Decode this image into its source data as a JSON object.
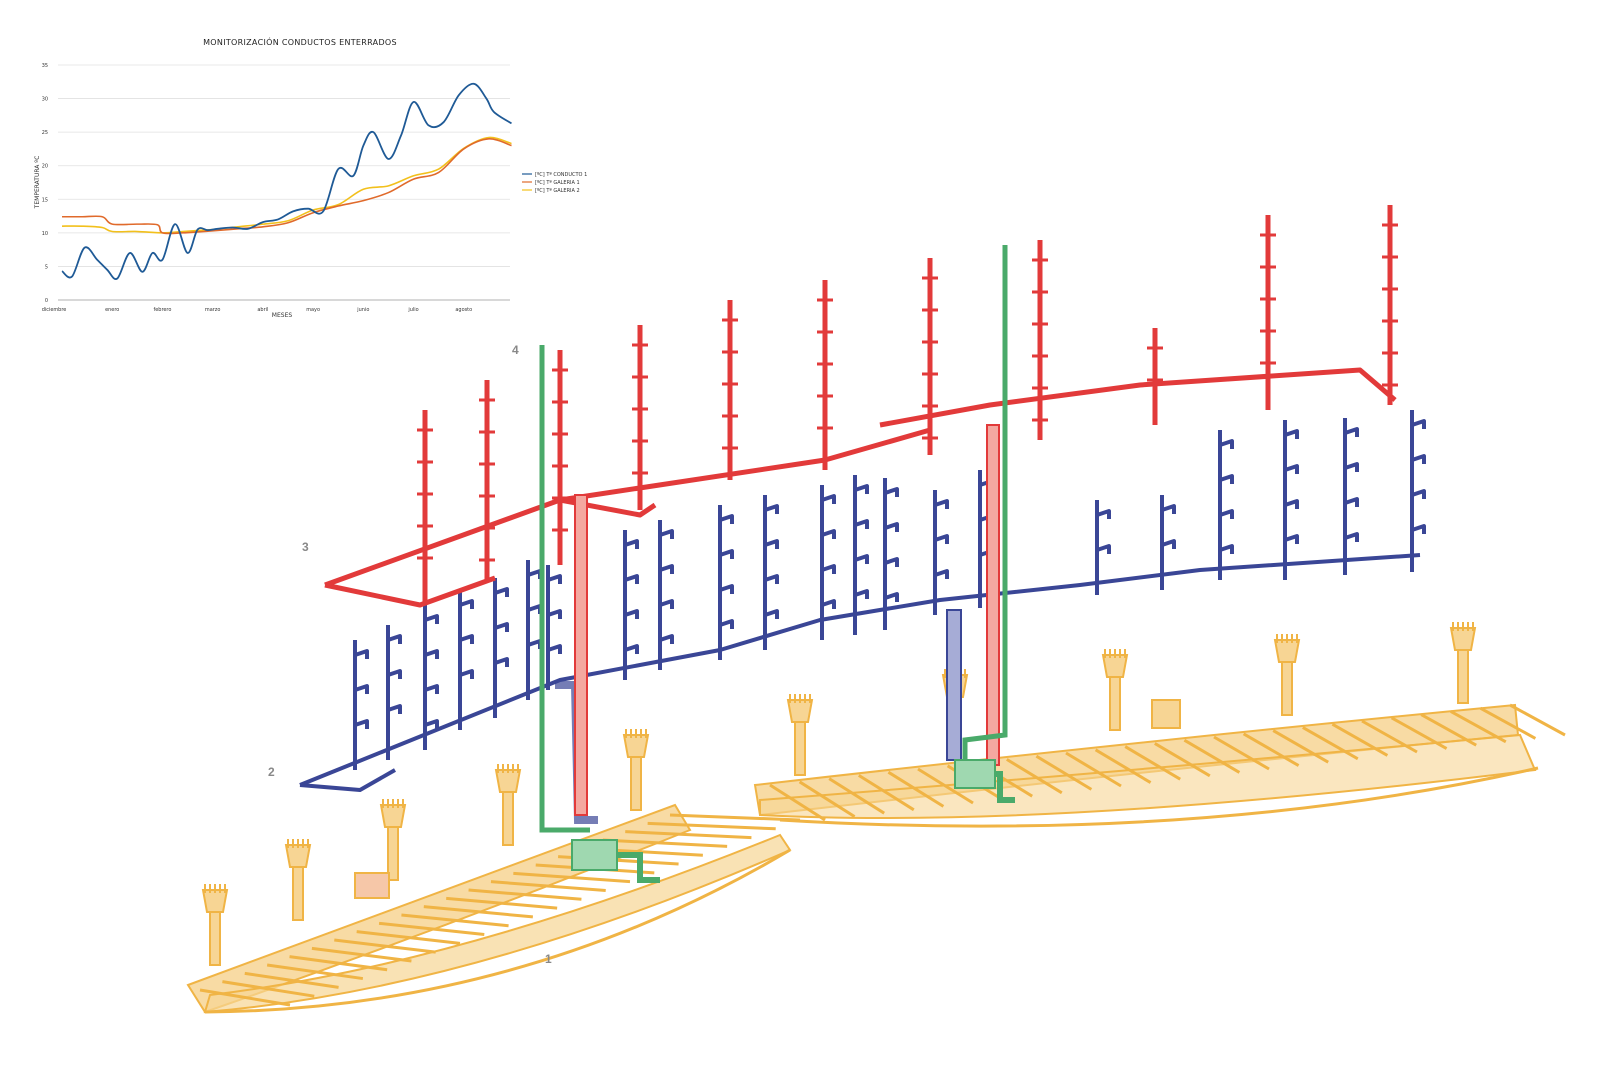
{
  "chart_data": {
    "type": "line",
    "title": "MONITORIZACIÓN CONDUCTOS ENTERRADOS",
    "xlabel": "MESES",
    "ylabel": "TEMPERATURA ºC",
    "ylim": [
      0,
      35
    ],
    "yticks": [
      0,
      5,
      10,
      15,
      20,
      25,
      30,
      35
    ],
    "categories": [
      "diciembre",
      "enero",
      "febrero",
      "marzo",
      "abril",
      "mayo",
      "junio",
      "julio",
      "agosto"
    ],
    "grid": true,
    "legend_position": "right",
    "series": [
      {
        "name": "[ºC] Tª CONDUCTO 1",
        "color": "#1f5a96",
        "x": [
          0,
          0.2,
          0.45,
          0.7,
          0.9,
          1.1,
          1.35,
          1.6,
          1.8,
          2.0,
          2.25,
          2.5,
          2.7,
          2.9,
          3.1,
          3.4,
          3.7,
          4.0,
          4.3,
          4.6,
          4.9,
          5.2,
          5.5,
          5.8,
          6.0,
          6.2,
          6.5,
          6.75,
          7.0,
          7.3,
          7.6,
          7.9,
          8.2,
          8.45,
          8.6,
          8.95
        ],
        "values": [
          4.3,
          3.5,
          7.8,
          6.0,
          4.5,
          3.2,
          7.0,
          4.2,
          7.0,
          6.0,
          11.3,
          7.0,
          10.5,
          10.4,
          10.6,
          10.8,
          10.6,
          11.6,
          12.0,
          13.2,
          13.6,
          13.2,
          19.5,
          18.5,
          23.0,
          25.0,
          21.0,
          24.5,
          29.5,
          26.0,
          26.5,
          30.5,
          32.2,
          30.0,
          28.0,
          26.3
        ]
      },
      {
        "name": "[ºC] Tª GALERIA 1",
        "color": "#e06a2b",
        "x": [
          0,
          0.4,
          0.8,
          1.0,
          1.5,
          1.9,
          2.0,
          2.4,
          2.8,
          3.0,
          3.5,
          4.0,
          4.5,
          5.0,
          5.5,
          6.0,
          6.5,
          7.0,
          7.5,
          8.0,
          8.5,
          8.95
        ],
        "values": [
          12.4,
          12.4,
          12.4,
          11.3,
          11.3,
          11.2,
          10.0,
          10.0,
          10.2,
          10.3,
          10.6,
          10.9,
          11.5,
          13.0,
          14.0,
          14.8,
          16.0,
          18.0,
          19.0,
          22.5,
          24.0,
          23.0
        ]
      },
      {
        "name": "[ºC] Tª GALERIA 2",
        "color": "#f2c01c",
        "x": [
          0,
          0.4,
          0.8,
          1.0,
          1.5,
          2.0,
          2.4,
          2.8,
          3.0,
          3.5,
          4.0,
          4.5,
          5.0,
          5.5,
          6.0,
          6.5,
          7.0,
          7.5,
          8.0,
          8.5,
          8.95
        ],
        "values": [
          11.0,
          11.0,
          10.8,
          10.2,
          10.2,
          10.0,
          10.2,
          10.4,
          10.5,
          10.9,
          11.3,
          11.8,
          13.4,
          14.2,
          16.5,
          17.0,
          18.5,
          19.5,
          22.6,
          24.2,
          23.3
        ]
      }
    ]
  },
  "diagram": {
    "labels": [
      "1",
      "2",
      "3",
      "4"
    ],
    "colors": {
      "galeria": "#f0b445",
      "conducto_azul": "#3a4696",
      "conducto_rojo": "#e23a3a",
      "conducto_verde": "#4aaa6a"
    }
  }
}
